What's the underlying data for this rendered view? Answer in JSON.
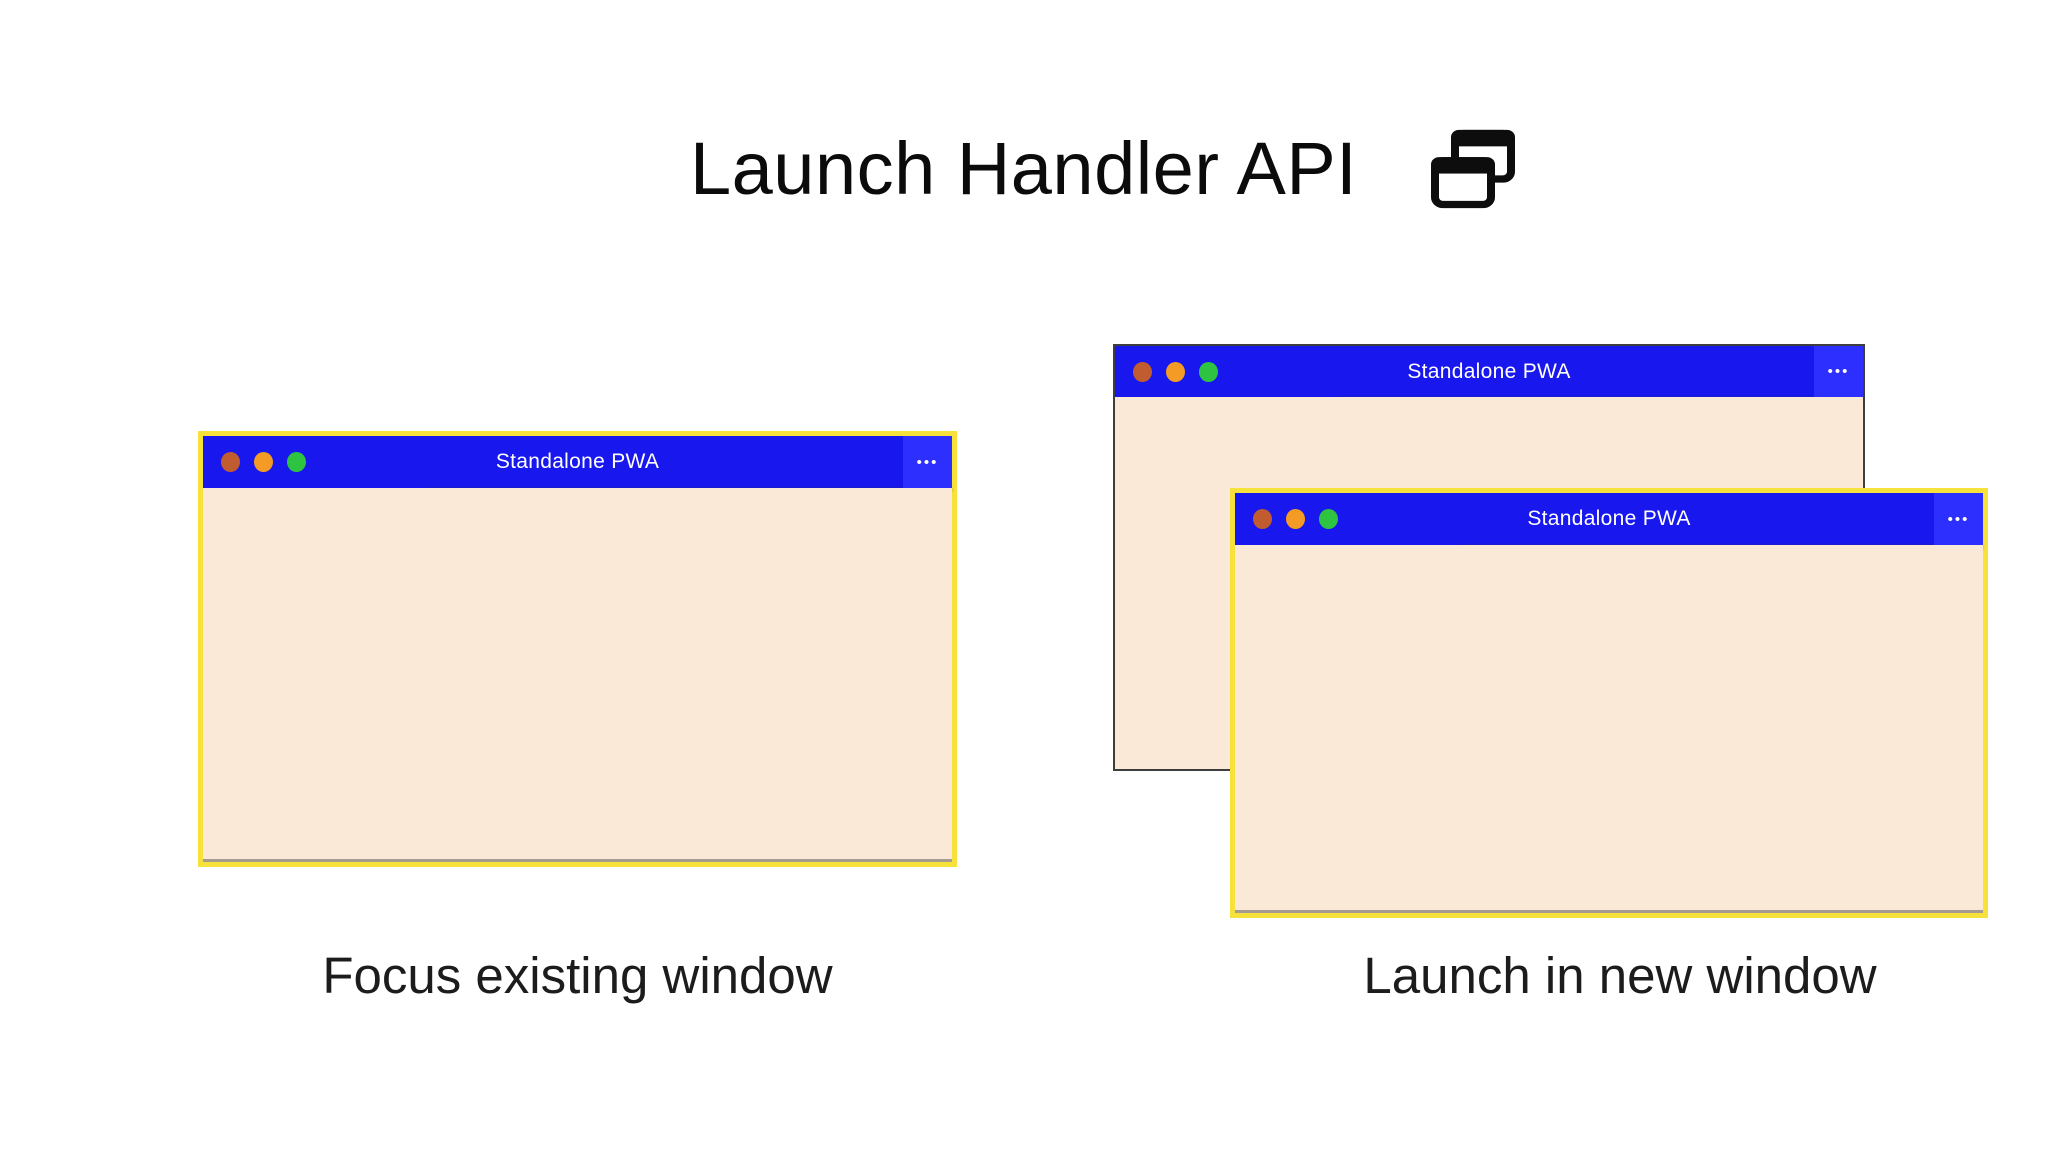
{
  "header": {
    "title": "Launch Handler API",
    "icon": "overlapping-windows-icon"
  },
  "window_chrome": {
    "app_title": "Standalone PWA",
    "menu_label": "•••",
    "titlebar_color": "#1717ee",
    "menu_button_color": "#2d2fff",
    "body_color": "#f9e9d6",
    "focus_ring_color": "#f7e23b",
    "background_border_color": "#3e3e3e",
    "traffic_lights": [
      {
        "name": "close",
        "color": "#c05c30"
      },
      {
        "name": "minimize",
        "color": "#f49b26"
      },
      {
        "name": "maximize",
        "color": "#2ec442"
      }
    ]
  },
  "scenarios": [
    {
      "caption": "Focus existing window",
      "windows": [
        {
          "title": "Standalone PWA",
          "focused": true
        }
      ]
    },
    {
      "caption": "Launch in new window",
      "windows": [
        {
          "title": "Standalone PWA",
          "focused": false
        },
        {
          "title": "Standalone PWA",
          "focused": true
        }
      ]
    }
  ]
}
